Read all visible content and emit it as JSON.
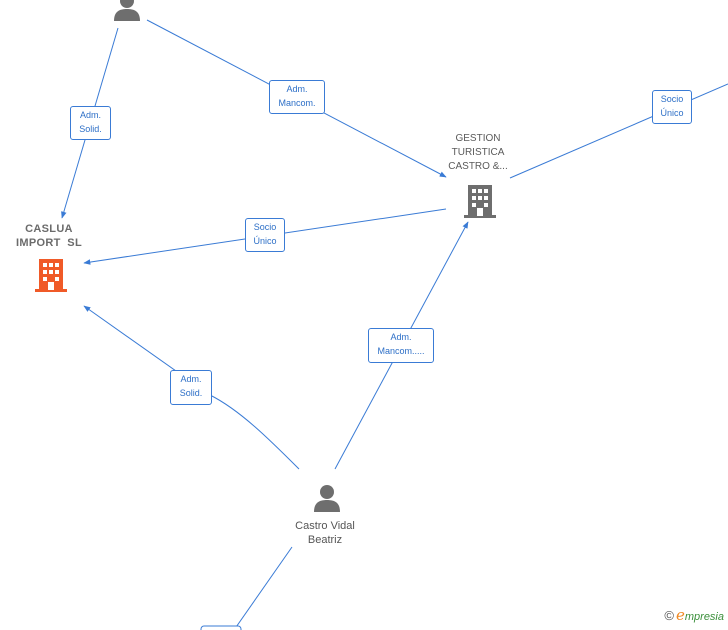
{
  "nodes": {
    "caslua": {
      "line1": "CASLUA",
      "line2": "IMPORT  SL",
      "color": "#f05a28"
    },
    "gestion": {
      "line1": "GESTION",
      "line2": "TURISTICA",
      "line3": "CASTRO &...",
      "color": "#6e6e6e"
    },
    "castro": {
      "line1": "Castro Vidal",
      "line2": "Beatriz"
    }
  },
  "edges": {
    "top_to_caslua": {
      "line1": "Adm.",
      "line2": "Solid."
    },
    "top_to_gestion": {
      "line1": "Adm.",
      "line2": "Mancom."
    },
    "right_to_gestion": {
      "line1": "Socio",
      "line2": "Único"
    },
    "gestion_to_caslua": {
      "line1": "Socio",
      "line2": "Único"
    },
    "castro_to_caslua": {
      "line1": "Adm.",
      "line2": "Solid."
    },
    "castro_to_gestion": {
      "line1": "Adm.",
      "line2": "Mancom....."
    }
  },
  "footer": {
    "copyright": "©",
    "brand_initial": "e",
    "brand_rest": "mpresia"
  },
  "colors": {
    "edge": "#3a7bd5",
    "person_icon": "#6e6e6e"
  }
}
